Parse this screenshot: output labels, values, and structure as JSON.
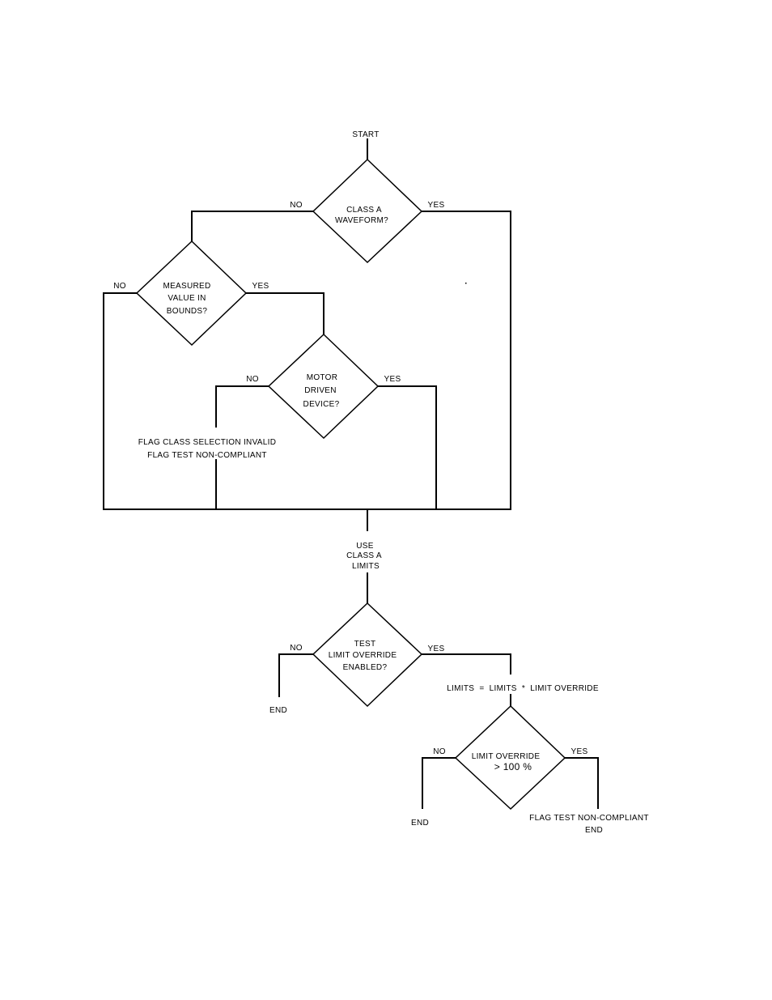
{
  "start": "START",
  "d1": {
    "lines": [
      "CLASS A",
      "WAVEFORM?"
    ],
    "no": "NO",
    "yes": "YES"
  },
  "d2": {
    "lines": [
      "MEASURED",
      "VALUE IN",
      "BOUNDS?"
    ],
    "no": "NO",
    "yes": "YES"
  },
  "d3": {
    "lines": [
      "MOTOR",
      "DRIVEN",
      "DEVICE?"
    ],
    "no": "NO",
    "yes": "YES"
  },
  "flag_invalid": {
    "line1": "FLAG CLASS SELECTION INVALID",
    "line2": "FLAG TEST NON-COMPLIANT"
  },
  "use_limits": {
    "line1": "USE",
    "line2": "CLASS A",
    "line3": "LIMITS"
  },
  "d4": {
    "lines": [
      "TEST",
      "LIMIT OVERRIDE",
      "ENABLED?"
    ],
    "no": "NO",
    "yes": "YES"
  },
  "end_d4_no": "END",
  "limits_formula": "LIMITS  =  LIMITS  *  LIMIT OVERRIDE",
  "d5": {
    "line1": "LIMIT OVERRIDE",
    "line2": "> 100 %",
    "no": "NO",
    "yes": "YES"
  },
  "end_d5_no": "END",
  "flag_noncompliant": {
    "line1": "FLAG TEST NON-COMPLIANT",
    "line2": "END"
  },
  "colors": {
    "stroke": "#000000",
    "background": "#ffffff"
  }
}
